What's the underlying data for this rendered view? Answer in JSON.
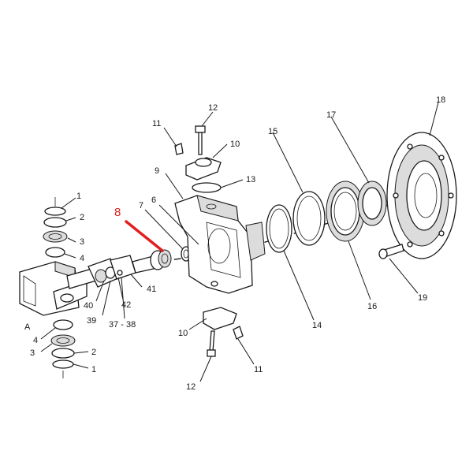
{
  "labels": {
    "l1a": "1",
    "l2a": "2",
    "l3a": "3",
    "l4a": "4",
    "l4b": "4",
    "l3b": "3",
    "l2b": "2",
    "l1b": "1",
    "lA": "A",
    "l40": "40",
    "l39": "39",
    "l42": "42",
    "l41": "41",
    "l3738": "37 - 38",
    "l7": "7",
    "l6": "6",
    "l9": "9",
    "l11a": "11",
    "l12a": "12",
    "l10a": "10",
    "l13": "13",
    "l10b": "10",
    "l12b": "12",
    "l11b": "11",
    "l15": "15",
    "l14": "14",
    "l17": "17",
    "l16": "16",
    "l18": "18",
    "l19": "19"
  },
  "highlight": {
    "label": "8",
    "color": "#e0201e"
  }
}
